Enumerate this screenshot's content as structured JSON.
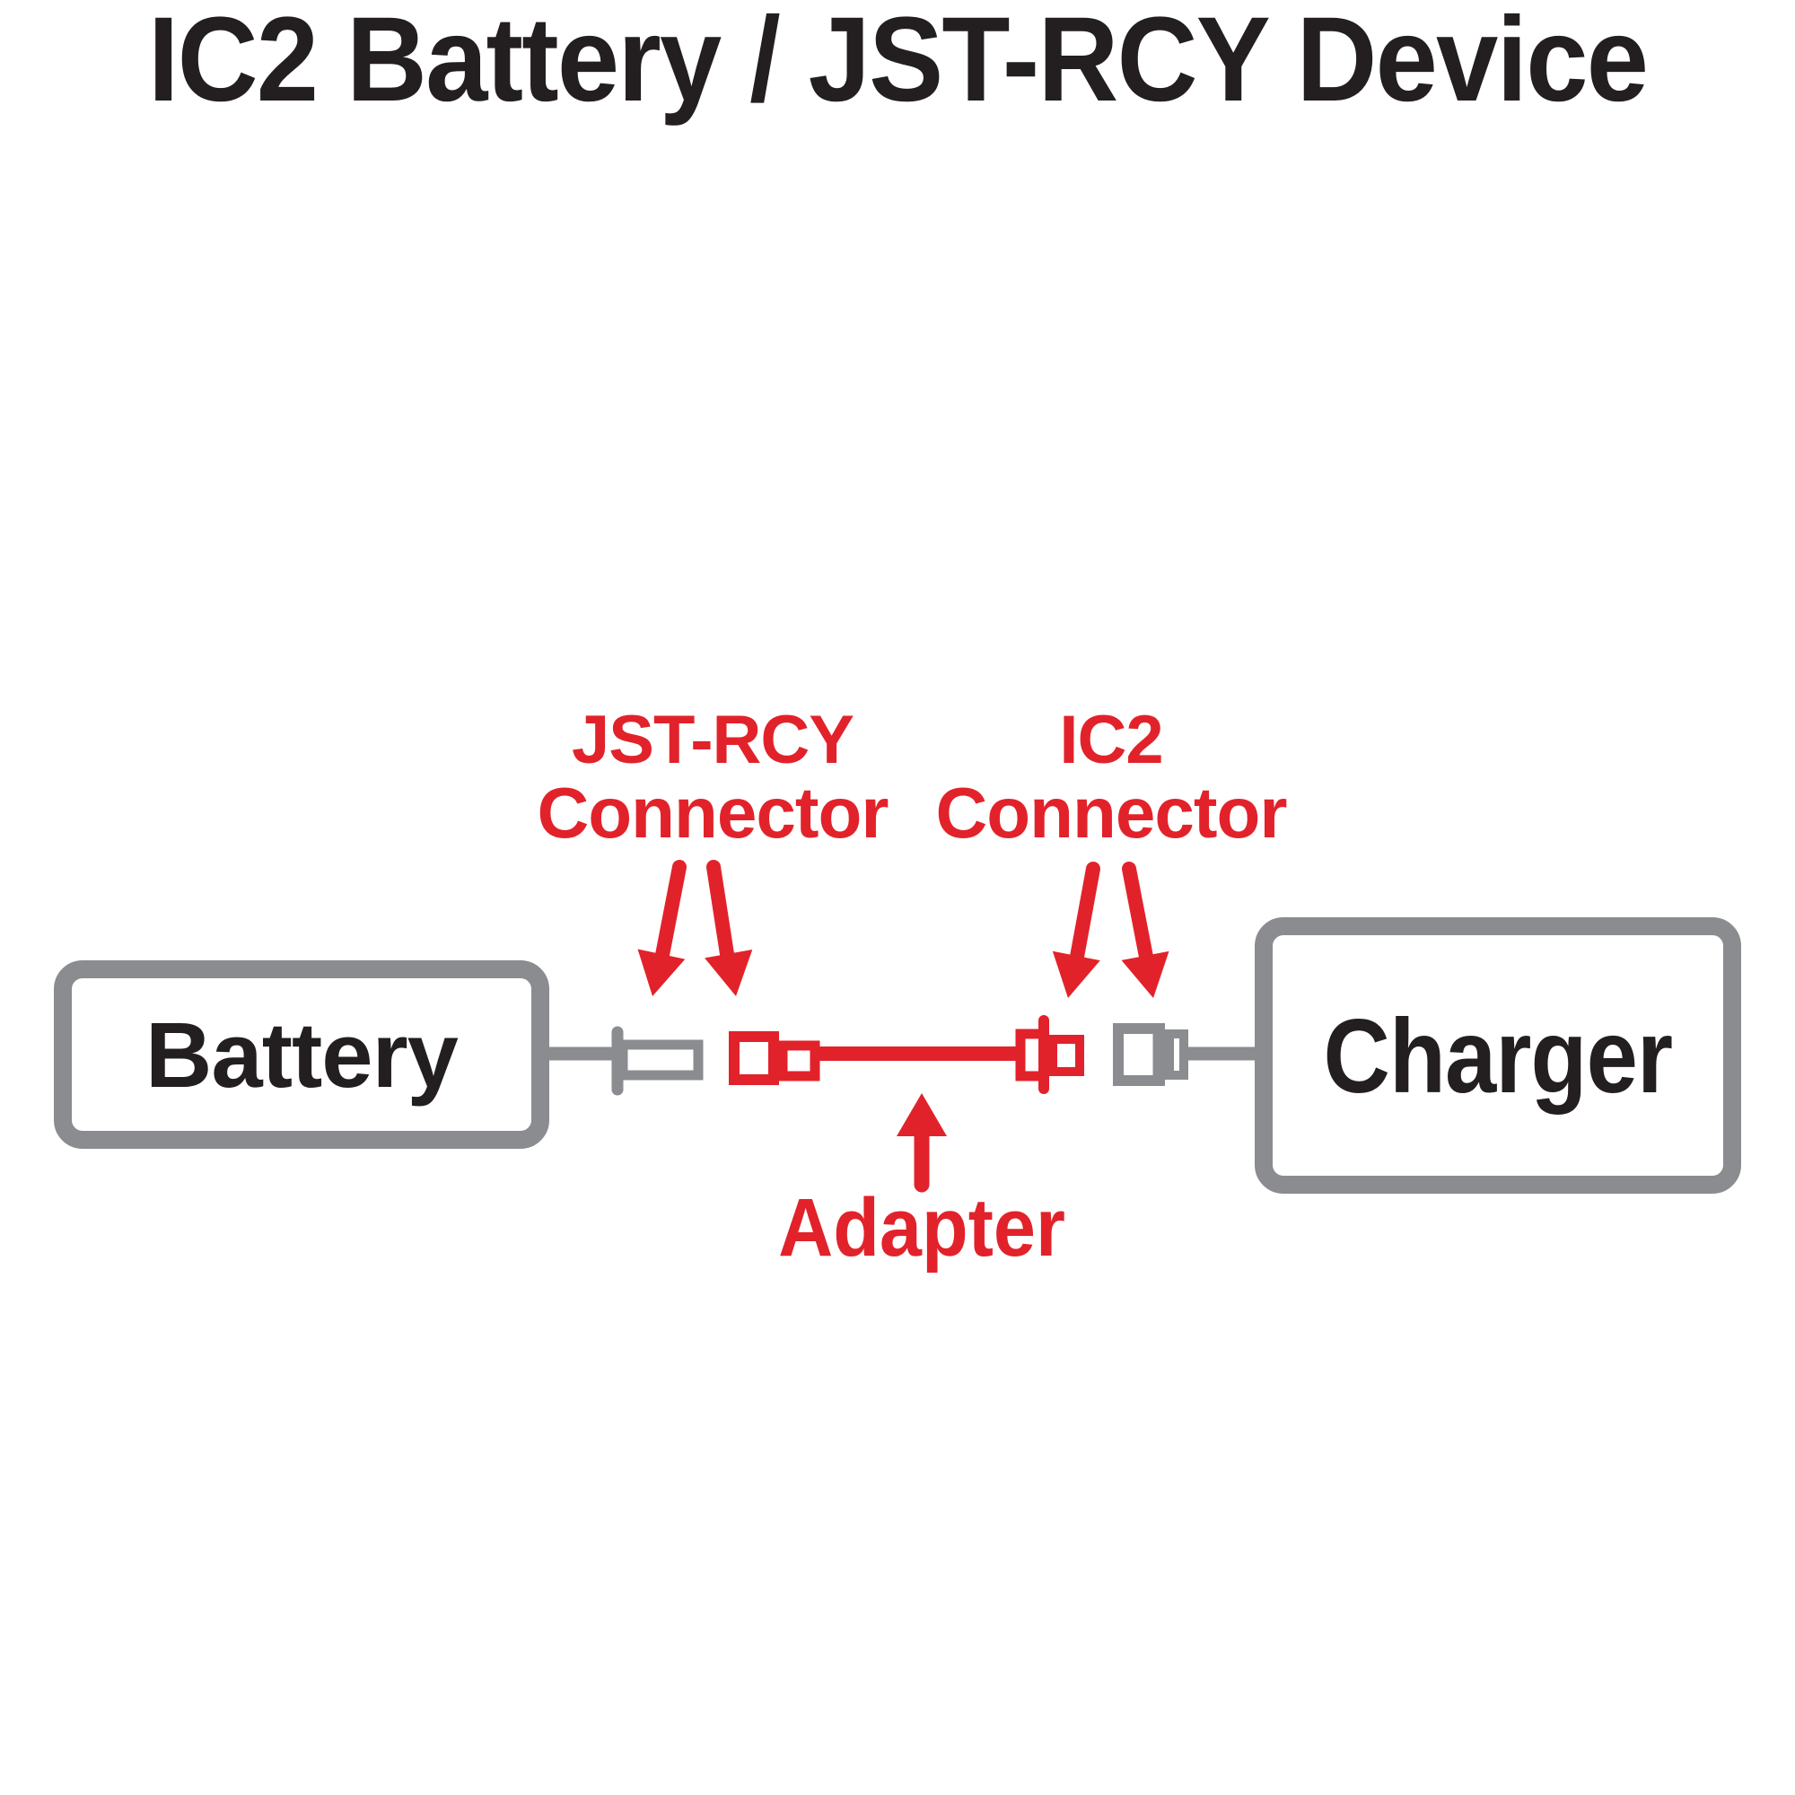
{
  "title": "IC2 Battery / JST-RCY Device",
  "colors": {
    "red": "#e2222a",
    "gray": "#8a8c8f",
    "text": "#231f20",
    "background": "#ffffff"
  },
  "labels": {
    "jst_connector": {
      "line1": "JST-RCY",
      "line2": "Connector"
    },
    "ic2_connector": {
      "line1": "IC2",
      "line2": "Connector"
    },
    "adapter": "Adapter"
  },
  "nodes": {
    "battery": "Battery",
    "charger": "Charger"
  },
  "icons": {
    "down_arrow": "red-down-arrow",
    "up_arrow": "red-up-arrow",
    "jst_rcy_plug": "gray-jst-rcy-plug",
    "jst_rcy_receptacle": "red-jst-rcy-receptacle",
    "ic2_plug": "red-ic2-plug",
    "ic2_receptacle": "gray-ic2-receptacle"
  }
}
